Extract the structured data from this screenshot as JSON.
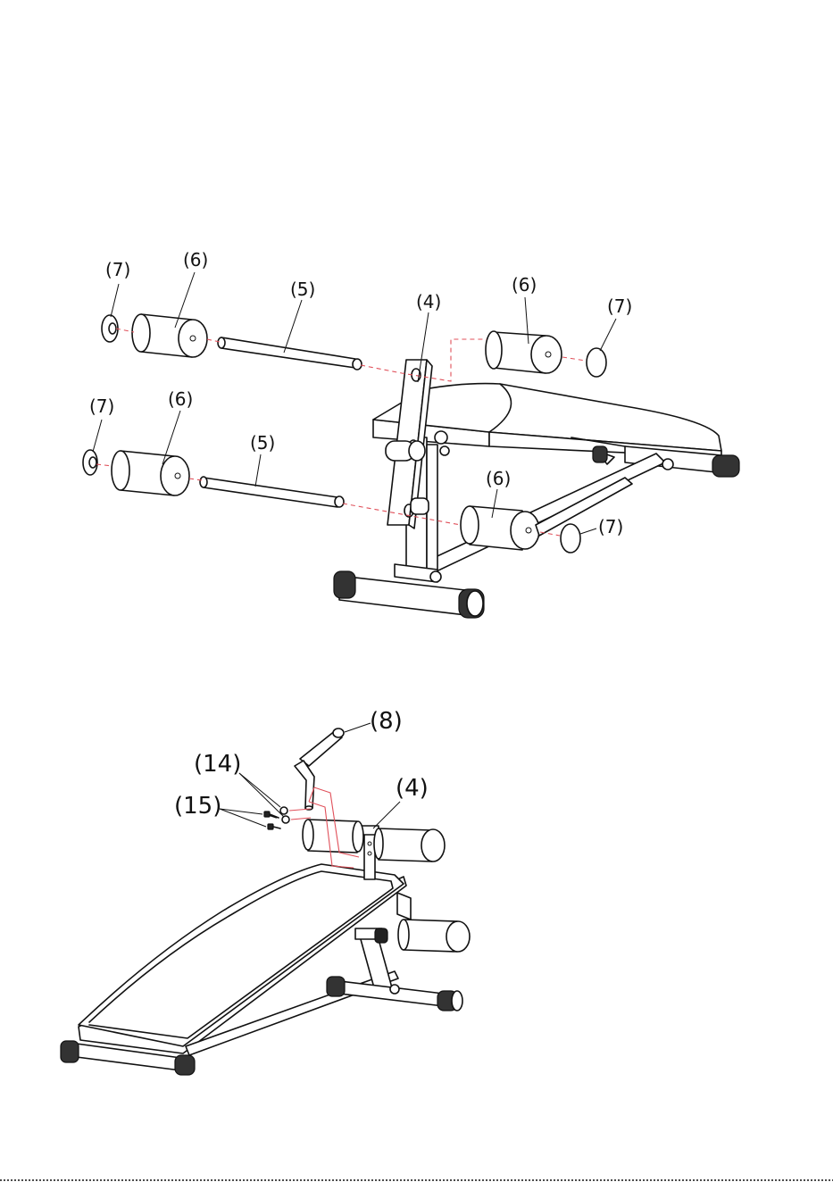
{
  "diagram_1": {
    "labels": {
      "l7a": "(7)",
      "l6a": "(6)",
      "l5a": "(5)",
      "l4a": "(4)",
      "l6b": "(6)",
      "l7b": "(7)",
      "l7c": "(7)",
      "l6c": "(6)",
      "l5b": "(5)",
      "l6d": "(6)",
      "l7d": "(7)"
    }
  },
  "diagram_2": {
    "labels": {
      "l8": "(8)",
      "l14": "(14)",
      "l15": "(15)",
      "l4": "(4)"
    }
  },
  "colors": {
    "ink": "#111111",
    "guide_line": "#e0505a",
    "background": "#ffffff"
  }
}
